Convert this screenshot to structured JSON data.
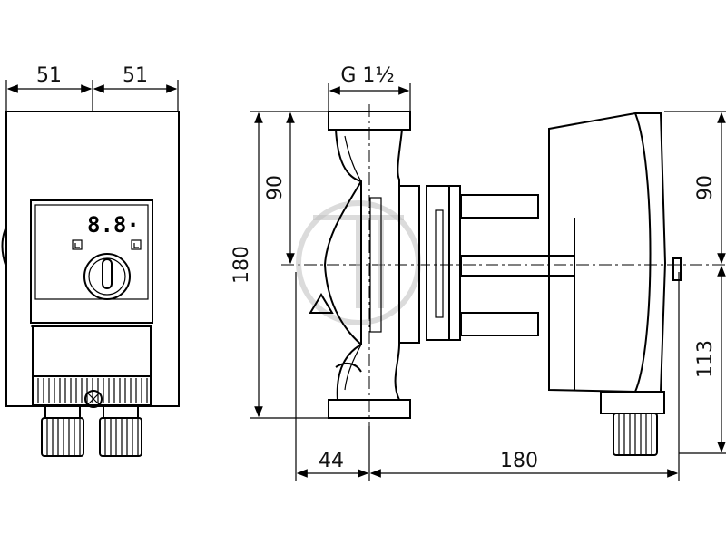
{
  "drawing": {
    "dimensions": {
      "front_left_width": "51",
      "front_right_width": "51",
      "connection_thread": "G 1½",
      "overall_height": "180",
      "upper_height_left": "90",
      "upper_height_right": "90",
      "lower_height_right": "113",
      "flange_offset": "44",
      "overall_length": "180"
    },
    "display": {
      "readout": "8.8·"
    }
  }
}
